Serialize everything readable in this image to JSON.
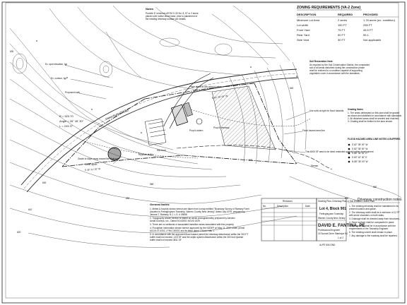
{
  "zoning": {
    "title": "ZONING REQUIREMENTS (VA-2 Zone)",
    "headers": [
      "DESCRIPTION",
      "REQUIRED",
      "PROVIDED"
    ],
    "rows": [
      [
        "Minimum Lot Area",
        "2 acres",
        "1.78 acres (ex. condition)"
      ],
      [
        "Lot width",
        "150 FT",
        "255 FT"
      ],
      [
        "Front Yard",
        "75 FT",
        "45.5 FT"
      ],
      [
        "Rear Yard",
        "50 FT",
        "55.1"
      ],
      [
        "Side Yard",
        "30 FT",
        "Not applicable"
      ]
    ]
  },
  "notes": {
    "title": "Notes",
    "lines": [
      "Provide 6\" minimum ASTM C-33 No. 8, 57 or 2 stone",
      "placed over native stone base, prior to placement of",
      "the existing driveway surface per details."
    ]
  },
  "labels": {
    "ex_spot_elev": "Ex. spot elevation, typ",
    "ex_contour": "Ex. contour, typ",
    "proposed_walk": "Proposed walk",
    "road": "Vieira Dunnel Road",
    "curve": [
      "R = 520.70",
      "Angle = 26° 45' 30\"",
      "L = 243.37"
    ],
    "grade_strip": "Grade to slope away toward the drainage",
    "place_stone": "Place stone at low point of drive",
    "stoneplank": "Stone apron",
    "prop_cistern": "Prop'd cistern",
    "prop_driveway": "Prop'd driveway",
    "silt_fence": "Silt fence",
    "riparian": "Riparian buffer",
    "flood_hazard": "Flood hazard area line",
    "hatched_area": "This 6000 SF area to be deed restricted against further development",
    "stream": "Stream",
    "shade_trees": "Use soils at right for flood hazards",
    "bearing1": "N 62° 35' 00\" W",
    "bearing2": "S 28° 31' 00\" W",
    "contours": [
      "570",
      "580",
      "590",
      "600",
      "610",
      "620",
      "630",
      "640",
      "560",
      "550"
    ]
  },
  "right_notes": {
    "soil_title": "Soil Restoration Note:",
    "soil_lines": [
      "As required by the Soil Conservation District, the compacted",
      "soil of all areas disturbed during the construction phase",
      "shall be restored to a condition capable of supporting",
      "vegetative cover in accordance with the standards."
    ],
    "grading_title": "Grading Notes",
    "grading_lines": [
      "1. The areas delineated on this plan shall be graded",
      "as shown and stabilized in accordance with standards.",
      "2. All disturbed areas shall be seeded and mulched.",
      "3. Grading shall be limited to the area shown."
    ]
  },
  "legend": {
    "title": "FLOOD HAZARD AREA LINE NOTES & BUFFERS",
    "items": [
      "S 62° 35' 00\" W",
      "S 82° 35' 00\" W",
      "S 88° 35' 00\" E",
      "S 63° 42' 30\" E",
      "N 88° 35' 00\" W"
    ]
  },
  "driveway": {
    "title": "Driveway construction notes",
    "lines": [
      "1. The existing driveway shall be maintained in its",
      "present location and grade.",
      "2. The driveway width shall be a minimum of 12 FT",
      "with stone shoulders on both sides.",
      "3. Drainage shall be directed away from structures.",
      "4. Stone surface shall be compacted in place.",
      "5. Construction shall be in accordance with the",
      "requirements of the Township Engineer.",
      "6. The existing culvert shall remain in place.",
      "7. Any damage to the roadway shall be repaired."
    ]
  },
  "general_notes": {
    "title": "General Notes:",
    "lines": [
      "1. Metes & bounds shown hereon are taken from a map entitled \"Boundary Survey of Ramsey Farm",
      "(located in Frelinghuysen Township, Warren County New Jersey)\" dated July 1979, prepared by",
      "Jerome T. Ramsey, N.J. L.S. # 25658",
      "2. Topography shown hereon is based on aerial photogrammetry prepared by Aerotec",
      "Aerial Surveys, Inc., Dated 9/14/2001 NGVD 1929",
      "3. There are no wetlands or associated transition areas associated with this property.",
      "4. Floodplain information shown hereon approved by the NJDEP on May 11, 2010 under permit",
      "#2119-07-0001.1 FHA 100001 and its letter dated 1 Khek Hdtb 1.",
      "5. In accordance with the approved flood hazard permit the driveway disturbance within the 300 FT",
      "buffer shall not exceed .12/3 SF and the septic system disturbance within the 300 foot riparian",
      "buffer shall not exceed 3811 SF"
    ]
  },
  "revisions": {
    "title": "Revisions",
    "headers": [
      "No.",
      "Description",
      "Date"
    ]
  },
  "title_block": {
    "sheet_title": "Grading Plan, Driveway Plan & Soil Erosion Control Plan",
    "lot": "Lot 4, Block 901",
    "township": "Frelinghuysen Township",
    "county": "Warren County",
    "state": "New Jersey",
    "engineer": "DAVID E. FANTINA, PE",
    "firm": "Professional Engineer",
    "address": "15 Sunset Drive Stanhope NJ",
    "sheet": "1 of 2",
    "footer": "ALPE 60/LOND"
  }
}
